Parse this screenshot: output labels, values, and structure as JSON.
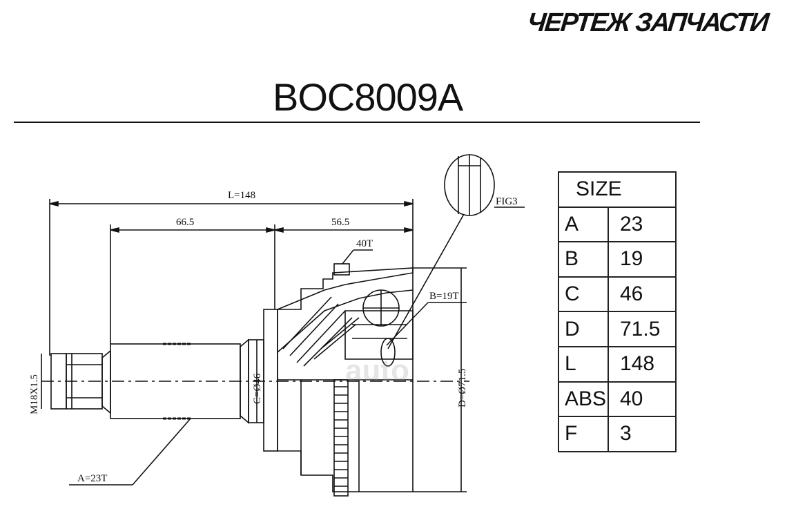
{
  "header": {
    "title": "ЧЕРТЕЖ ЗАПЧАСТИ"
  },
  "part": {
    "number": "BOC8009A"
  },
  "drawing": {
    "length_label": "L=148",
    "left_dim_label": "66.5",
    "right_dim_label": "56.5",
    "abs_label": "40T",
    "fig_label": "FIG3",
    "b_label": "B=19T",
    "thread_label": "M18X1.5",
    "c_label": "C=Ø46",
    "d_label": "D=Ø71.5",
    "a_label": "A=23T"
  },
  "size_table": {
    "header": "SIZE",
    "rows": [
      {
        "key": "A",
        "value": "23"
      },
      {
        "key": "B",
        "value": "19"
      },
      {
        "key": "C",
        "value": "46"
      },
      {
        "key": "D",
        "value": "71.5"
      },
      {
        "key": "L",
        "value": "148"
      },
      {
        "key": "ABS",
        "value": "40"
      },
      {
        "key": "F",
        "value": "3"
      }
    ]
  },
  "watermark": {
    "text": "auto"
  }
}
